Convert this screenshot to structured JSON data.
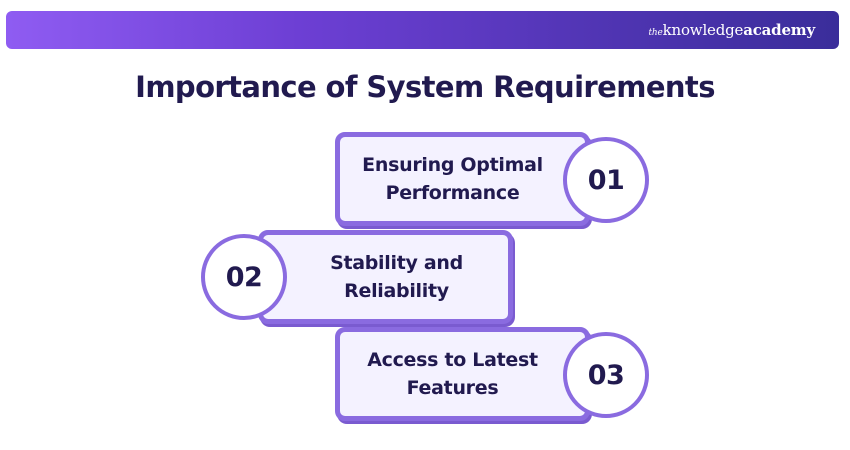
{
  "brand": {
    "part1": "the",
    "part2": "knowledge",
    "part3": "academy"
  },
  "title": "Importance of System Requirements",
  "items": [
    {
      "number": "01",
      "line1": "Ensuring Optimal",
      "line2": "Performance"
    },
    {
      "number": "02",
      "line1": "Stability and",
      "line2": "Reliability"
    },
    {
      "number": "03",
      "line1": "Access to Latest",
      "line2": "Features"
    }
  ],
  "colors": {
    "accent": "#8a6be0",
    "box_fill": "#f4f2ff",
    "text": "#211a4f",
    "header_gradient_start": "#8f5cf2",
    "header_gradient_end": "#3a2d9a"
  }
}
